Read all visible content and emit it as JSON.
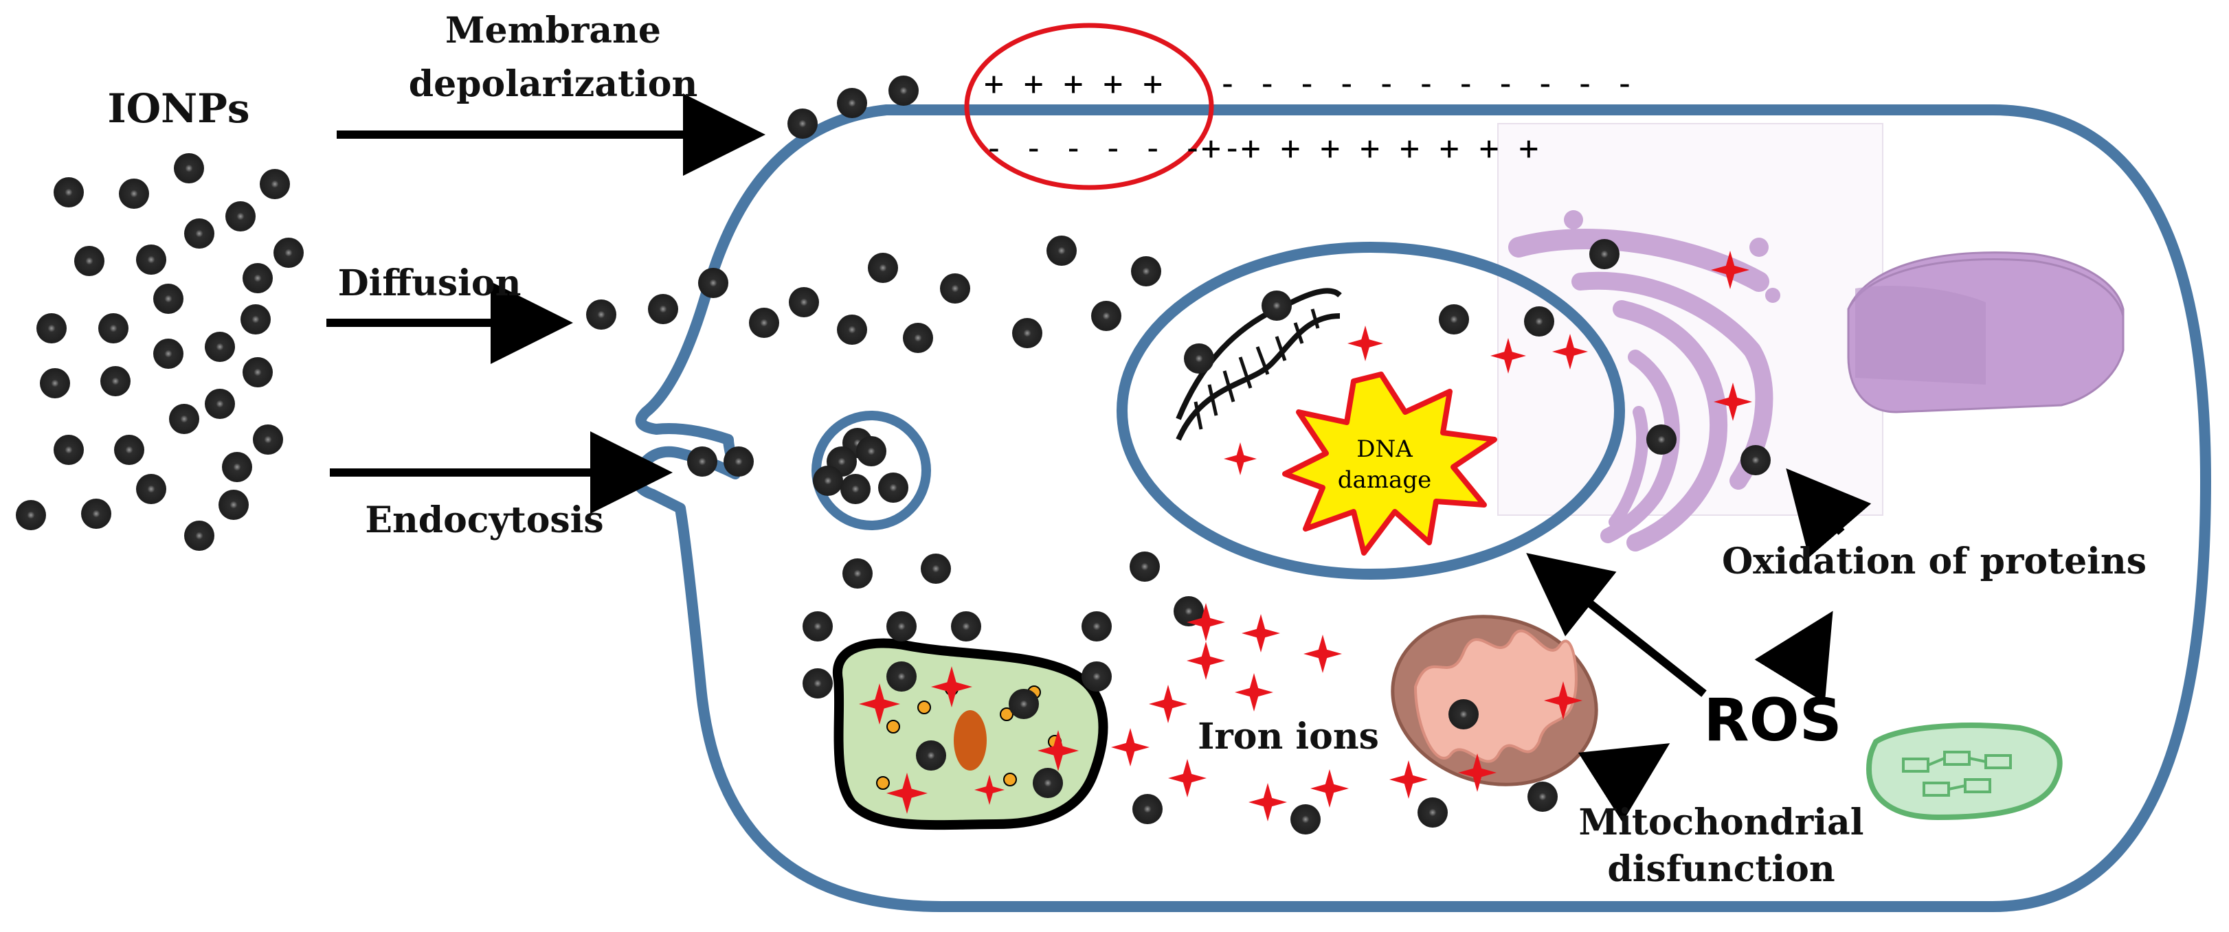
{
  "labels": {
    "ionps": "IONPs",
    "membrane_depolarization_line1": "Membrane",
    "membrane_depolarization_line2": "depolarization",
    "diffusion": "Diffusion",
    "endocytosis": "Endocytosis",
    "dna_damage_line1": "DNA",
    "dna_damage_line2": "damage",
    "iron_ions": "Iron ions",
    "ros": "ROS",
    "oxidation_of_proteins": "Oxidation of proteins",
    "mitochondrial_line1": "Mitochondrial",
    "mitochondrial_line2": "disfunction"
  },
  "membrane_charges": {
    "outer_positive": "+ + + + +",
    "outer_negative": "- - - - - - - - - - -",
    "inner_negative": "- - - - - - -",
    "inner_positive": "+ + + + + + + + +"
  },
  "colors": {
    "membrane": "#4a78a4",
    "nanoparticle": "#2d2d2d",
    "ros_star": "#e8141c",
    "highlight_circle": "#e0141c",
    "er_golgi": "#c9a7d6",
    "mitochondrion": "#b07a6c",
    "lysosome": "#c9e3b4",
    "chloroplast": "#5fb36e",
    "dna_damage_burst": "#ffee00"
  }
}
